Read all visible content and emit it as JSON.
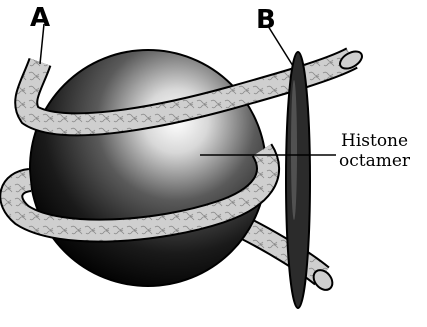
{
  "labels": {
    "a": "A",
    "b": "B",
    "histone_line1": "Histone",
    "histone_line2": "octamer"
  }
}
